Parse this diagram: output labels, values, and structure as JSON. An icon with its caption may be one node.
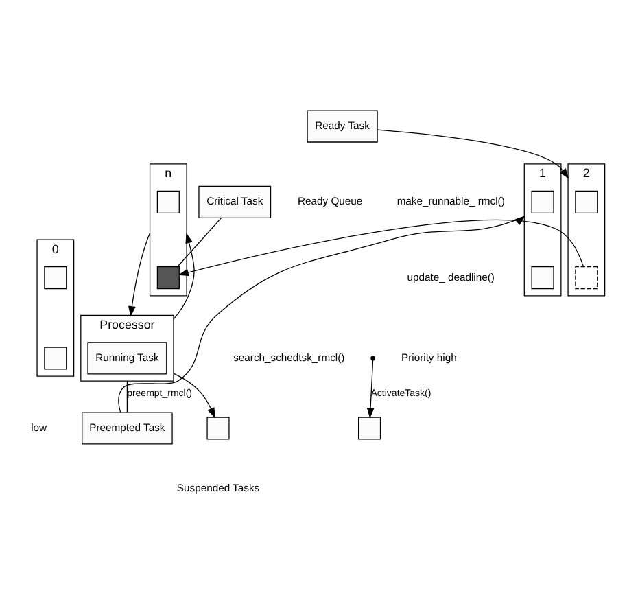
{
  "diagram": {
    "nodes": [
      {
        "text": [
          "Ready Task"
        ]
      },
      {
        "text": [
          "n"
        ]
      },
      {
        "text": [],
        "shape": "box",
        "in": 1
      },
      {
        "text": [],
        "shape": "box",
        "in": 1
      },
      {
        "text": [
          "2"
        ]
      },
      {
        "text": [],
        "shape": "box",
        "in": 4
      },
      {
        "text": [],
        "shape": "box",
        "in": 4
      },
      {
        "text": [
          "1"
        ]
      },
      {
        "text": [],
        "shape": "box",
        "in": 7
      },
      {
        "text": [],
        "shape": "box",
        "in": 7
      },
      {
        "text": [
          "0"
        ]
      },
      {
        "text": [],
        "shape": "box",
        "in": 10
      },
      {
        "text": [],
        "shape": "box",
        "in": 10
      },
      {
        "text": [
          "Critical Task"
        ]
      },
      {
        "text": [
          "Processor"
        ]
      },
      {
        "text": [
          "Running Task"
        ],
        "in": 14
      },
      {
        "text": [
          "Preempted Task"
        ]
      },
      {
        "text": [],
        "shape": "box"
      },
      {
        "text": [],
        "shape": "box"
      }
    ],
    "edges": [
      {
        "from": 0,
        "to": 4,
        "arrow": "to"
      },
      {
        "from": 13,
        "to": 3,
        "arrow": "none"
      },
      {
        "from": 6,
        "to": 3,
        "arrow": "to"
      },
      {
        "from": 1,
        "to": 14,
        "arrow": "to"
      },
      {
        "from": 14,
        "to": 1,
        "arrow": "to"
      },
      {
        "from": 14,
        "to": 16,
        "arrow": "none",
        "label": "preempt_rmcl()"
      },
      {
        "from": 16,
        "to": 7,
        "arrow": "to"
      },
      {
        "from": 14,
        "to": 17,
        "arrow": "to"
      },
      {
        "from": null,
        "to": 18,
        "arrow": "to",
        "label": "ActivateTask()"
      }
    ],
    "labels": [
      "Ready Queue",
      "make_runnable_ rmcl()",
      "update_ deadline()",
      "Priority high",
      "low",
      "search_schedtsk_rmcl()",
      "Suspended Tasks"
    ]
  }
}
